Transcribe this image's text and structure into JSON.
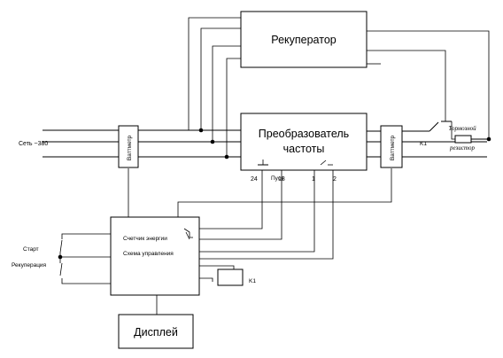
{
  "blocks": {
    "recuperator": "Рекуператор",
    "converter_line1": "Преобразователь",
    "converter_line2": "частоты",
    "wattmeter": "Ваттметр",
    "energy_counter": "Счетчик энергии",
    "control_scheme": "Схема управления",
    "display": "Дисплей"
  },
  "labels": {
    "network": "Сеть ~380",
    "start_label": "Пуск",
    "terminal_24": "24",
    "terminal_18": "18",
    "terminal_1": "1",
    "terminal_2": "2",
    "relay_k1": "K1",
    "coil_k1": "K1",
    "brake_resistor_line1": "Тормозной",
    "brake_resistor_line2": "резистор",
    "input_start": "Старт",
    "input_recuperation": "Рекуперация"
  }
}
